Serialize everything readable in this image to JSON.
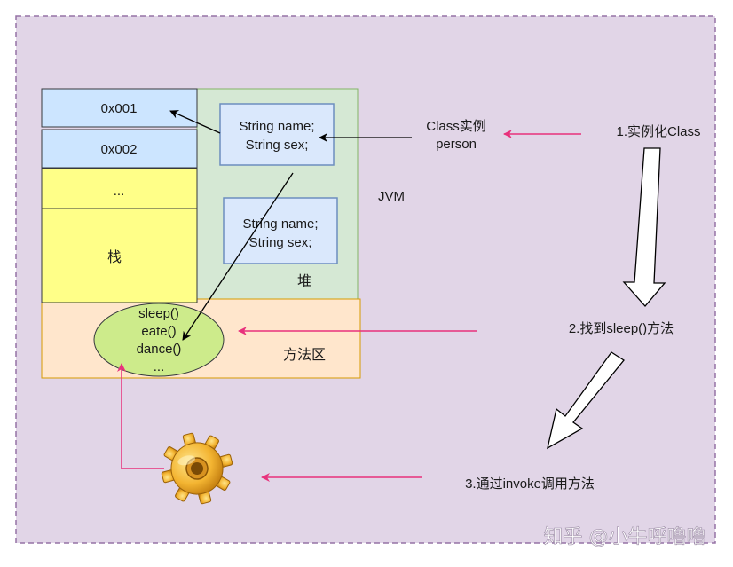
{
  "stack": {
    "cells": [
      "0x001",
      "0x002",
      "...",
      "栈"
    ]
  },
  "heap": {
    "label": "堆",
    "obj1": [
      "String name;",
      "String sex;"
    ],
    "obj2": [
      "String name;",
      "String sex;"
    ]
  },
  "jvm_label": "JVM",
  "method_area": {
    "label": "方法区",
    "methods": [
      "sleep()",
      "eate()",
      "dance()",
      "..."
    ]
  },
  "class_instance": [
    "Class实例",
    "person"
  ],
  "steps": {
    "step1": "1.实例化Class",
    "step2": "2.找到sleep()方法",
    "step3": "3.通过invoke调用方法"
  },
  "watermark": "知乎 @小牛呼噜噜",
  "colors": {
    "frame_bg": "#e1d5e7",
    "frame_border": "#9673a6",
    "stack_blue": "#cce5ff",
    "stack_yellow": "#ffff88",
    "heap_green": "#d5e8d4",
    "method_area": "#ffe6cc",
    "ellipse": "#cdeb8b",
    "pink_arrow": "#e8317c"
  },
  "icons": [
    "gear-icon"
  ]
}
